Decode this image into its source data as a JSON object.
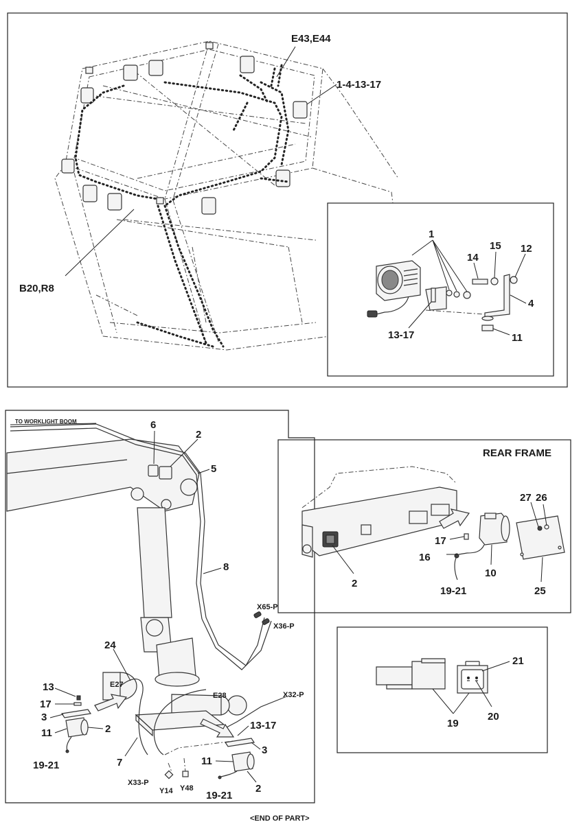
{
  "cab": {
    "callouts": {
      "e43_e44": "E43,E44",
      "kit_1_4_13_17": "1-4-13-17",
      "b20_r8": "B20,R8"
    },
    "detail": {
      "p1": "1",
      "p15": "15",
      "p14": "14",
      "p12": "12",
      "p4": "4",
      "p13_17": "13-17",
      "p11": "11"
    }
  },
  "boom": {
    "to_worklight_boom": "TO WORKLIGHT BOOM",
    "p6": "6",
    "p2a": "2",
    "p5": "5",
    "p8": "8",
    "x65p": "X65-P",
    "x36p": "X36-P",
    "p24": "24",
    "e27": "E27",
    "e28": "E28",
    "x32p": "X32-P",
    "p13": "13",
    "p17": "17",
    "p3a": "3",
    "p11a": "11",
    "p2b": "2",
    "p19_21a": "19-21",
    "p7": "7",
    "p13_17": "13-17",
    "p3b": "3",
    "p11b": "11",
    "p2c": "2",
    "x33p": "X33-P",
    "y14": "Y14",
    "y48": "Y48",
    "p19_21b": "19-21"
  },
  "rear": {
    "title": "REAR FRAME",
    "p27": "27",
    "p26": "26",
    "p17": "17",
    "p16": "16",
    "p2": "2",
    "p10": "10",
    "p19_21": "19-21",
    "p25": "25"
  },
  "connector": {
    "p21": "21",
    "p19": "19",
    "p20": "20"
  },
  "footer": {
    "end_text": "<END OF PART>"
  }
}
